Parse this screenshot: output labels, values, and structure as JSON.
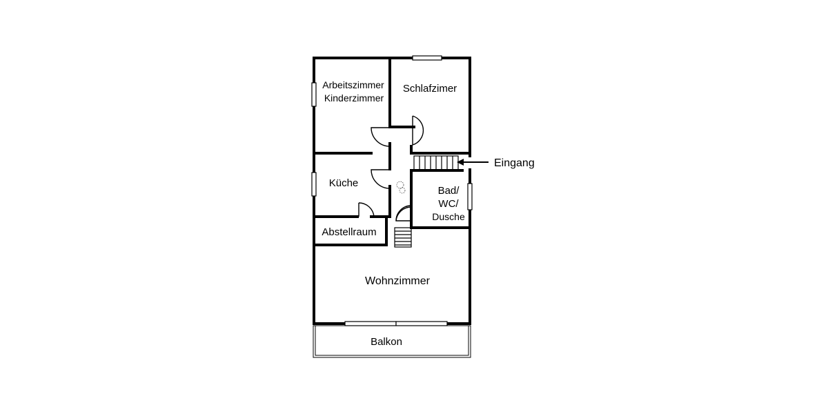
{
  "floorplan": {
    "rooms": {
      "arbeitszimmer_line1": "Arbeitszimmer",
      "arbeitszimmer_line2": "Kinderzimmer",
      "schlafzimmer": "Schlafzimer",
      "kueche": "Küche",
      "bad_line1": "Bad/",
      "bad_line2": "WC/",
      "bad_line3": "Dusche",
      "abstellraum": "Abstellraum",
      "wohnzimmer": "Wohnzimmer",
      "balkon": "Balkon"
    },
    "entrance_label": "Eingang",
    "wall_color": "#000000",
    "background_color": "#ffffff"
  }
}
